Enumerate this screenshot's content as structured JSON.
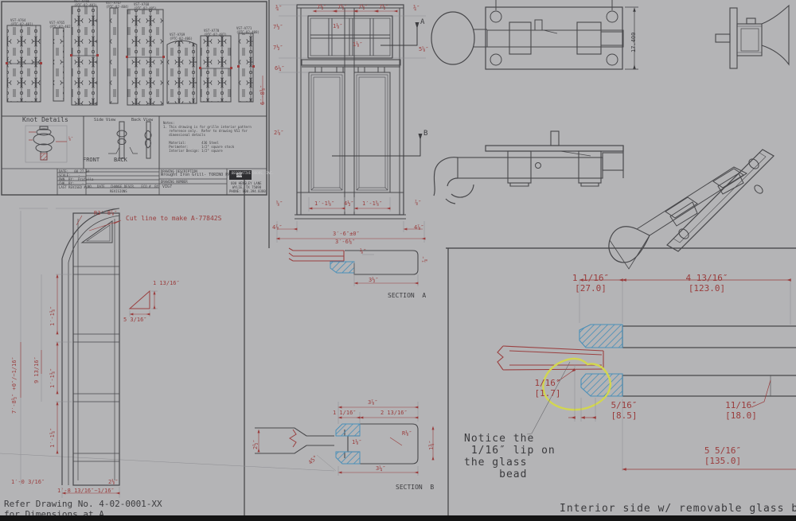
{
  "colors": {
    "background": "#b4b4b6",
    "line_dark": "#47474a",
    "line_light": "#8e8e92",
    "dim_red": "#9a3c3c",
    "bead_blue": "#4a8fb8",
    "highlight_yellow": "#d2d650",
    "bottom_bar": "#131313"
  },
  "sheet1": {
    "grille_labels": [
      {
        "l1": "VST-A764",
        "l2": "(PTC-02-401)"
      },
      {
        "l1": "VST-A765",
        "l2": "(PTC-02-402)"
      },
      {
        "l1": "VST-A766",
        "l2": "(PTC-02-403)"
      },
      {
        "l1": "VST-A767",
        "l2": "(PTC-02-404)"
      },
      {
        "l1": "VST-A768",
        "l2": "(PTC-02-405)"
      },
      {
        "l1": "VST-A769",
        "l2": "(PTC-02-406)"
      },
      {
        "l1": "VST-A770",
        "l2": "(PTC-02-407)"
      },
      {
        "l1": "VST-A771",
        "l2": "(PTC-02-408)"
      }
    ],
    "knot_details_title": "Knot Details",
    "side_view": "Side View",
    "back_view": "Back View",
    "front": "FRONT",
    "back": "BACK",
    "knot_dim": "⅝″",
    "notes": "Notes:\n1. This drawing is for grille interior pattern\n   reference only.  Refer to drawing VS1 for\n   dimensional details\n\n   Material:        436 Steel\n   Perimeter:       1/2\" square stock\n   Interior Design: 1/2\" square",
    "title_block": {
      "date_row": "DATE:   08.27.04",
      "scale_row": "SCALE:    -",
      "dwn_row": "DWN. BY:  Prafulla",
      "chk_row": "CHK. BY:    -",
      "rev_row": "LAST REVISED #:",
      "cols": "NO.  DATE   CHANGE DESCR.   ECO #  BY",
      "revisions": "REVISIONS",
      "desc_label": "DRAWING DESCRIPTION",
      "description": "Wrought Iron Grill- TORINO PATTERN",
      "num_label": "DRAWING NUMBER",
      "number": "VIG7",
      "company": "DECORATIVE DOORS, INC.",
      "addr1": "600 HENSLEY LANE",
      "addr2": "WYLIE, TX 75098",
      "addr3": "PHONE: 800.394.8380"
    }
  },
  "door": {
    "top1": "7½″",
    "top2": "7½″",
    "top3": "7½″",
    "top4": "7½″",
    "l1": "¾″",
    "l2": "7½″",
    "l3": "7½″",
    "l4": "6¼″",
    "l5": "2⅞″",
    "l6": "⅝″",
    "l7": "4⅞″",
    "r1": "¾″",
    "r2": "5⅝″",
    "r3": "⅞″",
    "r4": "4⅞″",
    "g1": "1⅛″",
    "g2": "1⅛″",
    "b1": "1′-1⅝″",
    "b2": "4½″",
    "b3": "1′-1⅝″",
    "w1": "3′-6″±0″",
    "w2": "3′-6⅛″",
    "height": "6′-8⅝″",
    "a_label": "A",
    "b_label": "B"
  },
  "section_a": {
    "title": "SECTION  A",
    "d1": "⅛″",
    "d2": "⅞″",
    "d3": "3½″"
  },
  "section_b": {
    "title": "SECTION  B",
    "d1": "3⅞″",
    "d2": "1 1/16″",
    "d3": "2 13/16″",
    "d4": "R⅛″",
    "d5": "1¾″",
    "d6": "1⅛″",
    "d7": "45°",
    "d8": "2½″",
    "d9": "3¼″"
  },
  "bolt": {
    "height_dim": "17.400"
  },
  "detail": {
    "d27_f": "1 1/16″",
    "d27_m": "[27.0]",
    "d123_f": "4 13/16″",
    "d123_m": "[123.0]",
    "d17_f": "1/16″",
    "d17_m": "[1.7]",
    "d85_f": "5/16″",
    "d85_m": "[8.5]",
    "d18_f": "11/16″",
    "d18_m": "[18.0]",
    "d135_f": "5 5/16″",
    "d135_m": "[135.0]",
    "notice": "Notice the\n 1/16″ lip on\nthe glass\n     bead",
    "interior": "Interior side w/ removable glass b"
  },
  "frame_piece": {
    "radius": "R3′-8⅞″",
    "cut_note": "Cut line to make A-77842S",
    "tri_h": "1 13/16″",
    "tri_w": "5 3/16″",
    "d1": "1′-1⅛″",
    "d2": "1′-1⅛″",
    "d3": "1′-1⅛″",
    "d4": "9 13/16″",
    "height": "7′-8½″ +0″/−1/16″",
    "bot1": "1′-0 3/16″",
    "bot2": "2⅛″",
    "bot3": "1′-8 13/16″−1/16″",
    "refer": "Refer Drawing No. 4-02-0001-XX\nfor Dimensions at A"
  }
}
